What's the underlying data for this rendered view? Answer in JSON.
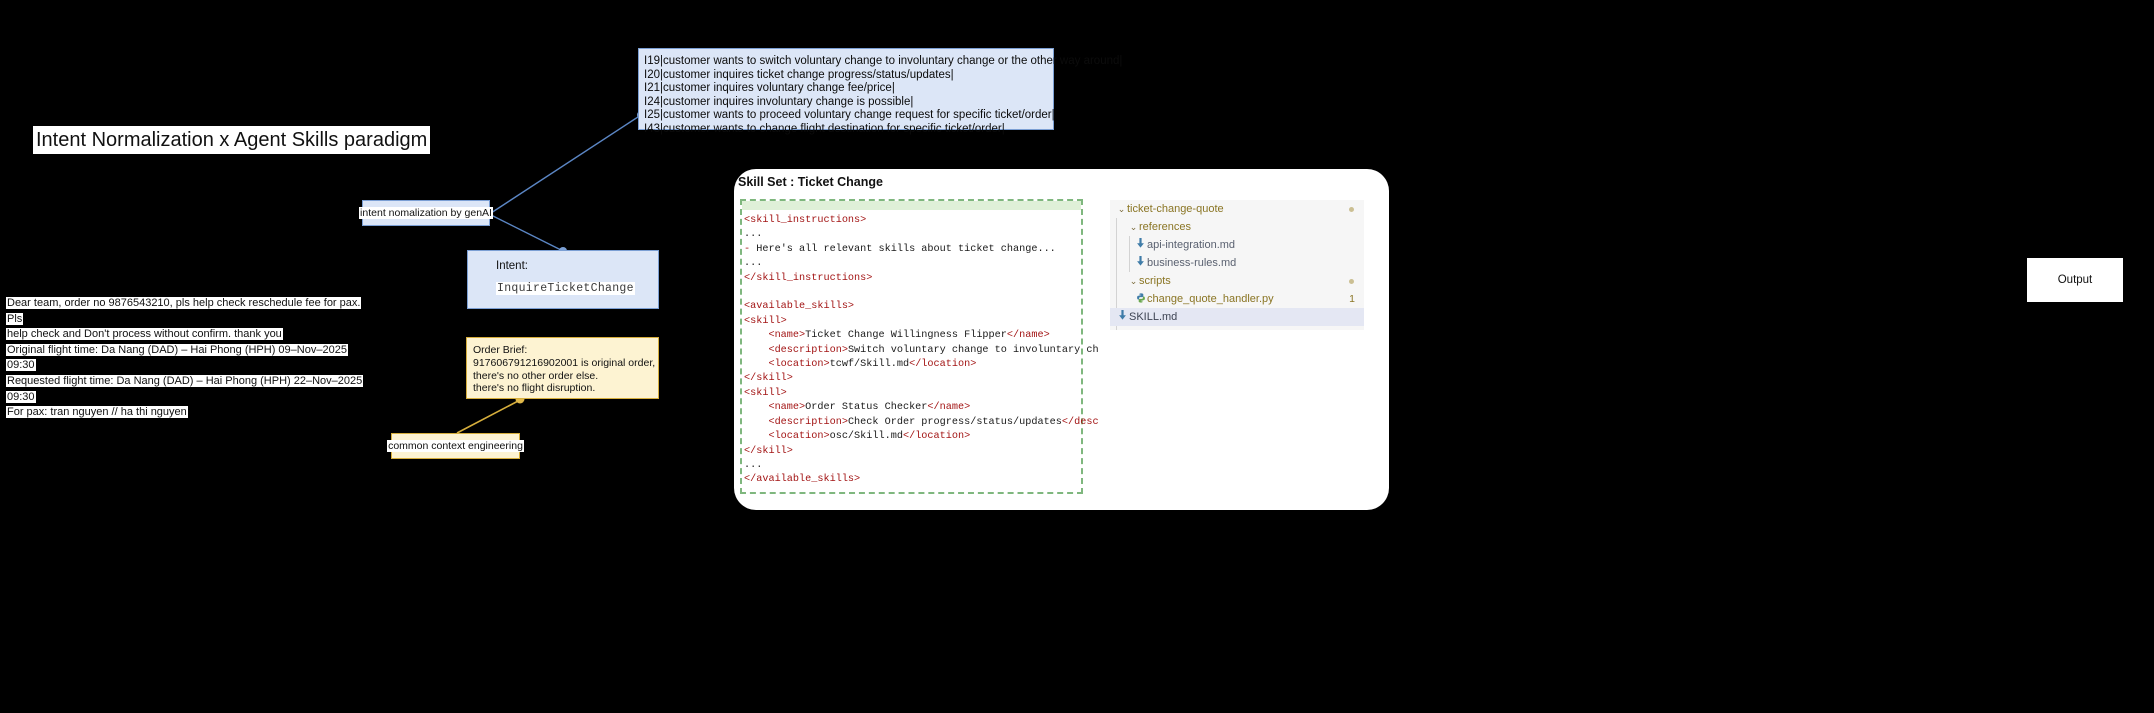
{
  "title": "Intent Normalization x Agent Skills paradigm",
  "intent_list": {
    "name": "normalized-intent-catalog",
    "rows": [
      "I19|customer wants to switch voluntary change to involuntary change or the other way around|",
      "I20|customer inquires ticket change progress/status/updates|",
      "I21|customer inquires voluntary change fee/price|",
      "I24|customer inquires involuntary change is possible|",
      "I25|customer wants to proceed voluntary change request for specific ticket/order|",
      "I43|customer wants to change flight destination for specific ticket/order|"
    ]
  },
  "genai_box": {
    "label": "intent nomalization by genAI"
  },
  "intent_box": {
    "label": "Intent:",
    "value": "InquireTicketChange"
  },
  "email": {
    "lines": [
      "Dear team, order no 9876543210, pls help check reschedule fee for pax.  Pls",
      "help check and Don't process without confirm. thank you",
      "Original flight time: Da Nang (DAD) – Hai Phong (HPH) 09–Nov–2025 09:30",
      "Requested flight time: Da Nang (DAD) – Hai Phong (HPH) 22–Nov–2025",
      "09:30",
      "For pax: tran nguyen // ha thi nguyen"
    ]
  },
  "order_brief": {
    "lines": [
      "Order Brief:",
      "917606791216902001 is original order,",
      "there's no other order else.",
      "there's no flight disruption."
    ]
  },
  "cce_box": {
    "label": "common context engineering"
  },
  "skill_panel": {
    "title": "Skill Set : Ticket Change",
    "code_lines": [
      [
        [
          "tag",
          "<skill_instructions>"
        ]
      ],
      [
        [
          "dots",
          "..."
        ]
      ],
      [
        [
          "tag",
          "- "
        ],
        [
          "txt",
          "Here's all relevant skills about ticket change..."
        ]
      ],
      [
        [
          "dots",
          "..."
        ]
      ],
      [
        [
          "tag",
          "</skill_instructions>"
        ]
      ],
      [
        [
          "txt",
          ""
        ]
      ],
      [
        [
          "tag",
          "<available_skills>"
        ]
      ],
      [
        [
          "tag",
          "<skill>"
        ]
      ],
      [
        [
          "tag",
          "    <name>"
        ],
        [
          "txt",
          "Ticket Change Willingness Flipper"
        ],
        [
          "tag",
          "</name>"
        ]
      ],
      [
        [
          "tag",
          "    <description>"
        ],
        [
          "txt",
          "Switch voluntary change to involuntary ch"
        ]
      ],
      [
        [
          "tag",
          "    <location>"
        ],
        [
          "txt",
          "tcwf/Skill.md"
        ],
        [
          "tag",
          "</location>"
        ]
      ],
      [
        [
          "tag",
          "</skill>"
        ]
      ],
      [
        [
          "tag",
          "<skill>"
        ]
      ],
      [
        [
          "tag",
          "    <name>"
        ],
        [
          "txt",
          "Order Status Checker"
        ],
        [
          "tag",
          "</name>"
        ]
      ],
      [
        [
          "tag",
          "    <description>"
        ],
        [
          "txt",
          "Check Order progress/status/updates"
        ],
        [
          "tag",
          "</desc"
        ]
      ],
      [
        [
          "tag",
          "    <location>"
        ],
        [
          "txt",
          "osc/Skill.md"
        ],
        [
          "tag",
          "</location>"
        ]
      ],
      [
        [
          "tag",
          "</skill>"
        ]
      ],
      [
        [
          "dots",
          "..."
        ]
      ],
      [
        [
          "tag",
          "</available_skills>"
        ]
      ]
    ]
  },
  "file_tree": {
    "rows": [
      {
        "label": "ticket-change-quote",
        "kind": "folder",
        "indent": 0,
        "expanded": true,
        "icon": "chevron-down-icon",
        "badge_dot": true,
        "selected": false
      },
      {
        "label": "references",
        "kind": "folder",
        "indent": 1,
        "expanded": true,
        "icon": "chevron-down-icon",
        "badge_dot": false,
        "selected": false
      },
      {
        "label": "api-integration.md",
        "kind": "md",
        "indent": 2,
        "expanded": false,
        "icon": "markdown-file-icon",
        "badge_dot": false,
        "selected": false
      },
      {
        "label": "business-rules.md",
        "kind": "md",
        "indent": 2,
        "expanded": false,
        "icon": "markdown-file-icon",
        "badge_dot": false,
        "selected": false
      },
      {
        "label": "scripts",
        "kind": "folder",
        "indent": 1,
        "expanded": true,
        "icon": "chevron-down-icon",
        "badge_dot": true,
        "selected": false
      },
      {
        "label": "change_quote_handler.py",
        "kind": "py",
        "indent": 2,
        "expanded": false,
        "icon": "python-file-icon",
        "badge_num": "1",
        "selected": false
      },
      {
        "label": "SKILL.md",
        "kind": "md",
        "indent": 0,
        "expanded": false,
        "icon": "markdown-file-icon",
        "badge_dot": false,
        "selected": true
      }
    ]
  },
  "output_box": {
    "label": "Output"
  },
  "colors": {
    "background": "#000000",
    "blue_fill": "#dce6f7",
    "blue_stroke": "#7b9fd4",
    "amber_fill": "#fdf3d2",
    "amber_stroke": "#d6ae3c",
    "code_border": "#7fb77e",
    "code_cap": "#dff0d8",
    "tag_color": "#a31515",
    "folder_color": "#8a7524",
    "panel_white": "#ffffff",
    "tree_bg": "#f6f6f6",
    "tree_selected": "#e4e7f3"
  }
}
